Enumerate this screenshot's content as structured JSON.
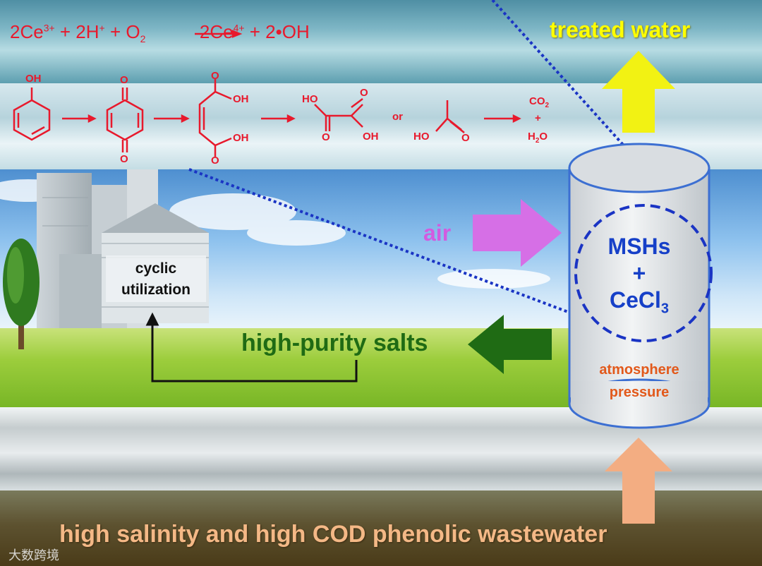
{
  "equation": {
    "lhs_1": "2Ce",
    "lhs_1_sup": "3+",
    "lhs_2": " + 2H",
    "lhs_2_sup": "+",
    "lhs_3": " + O",
    "lhs_3_sub": "2",
    "rhs_1": "2Ce",
    "rhs_1_sup": "4+",
    "rhs_2": " + 2•OH"
  },
  "pathway": {
    "oh_label": "OH",
    "o_label": "O",
    "oh_cooh_label": "OH",
    "ho_label": "HO",
    "or_label": "or",
    "co2": "CO",
    "co2_sub": "2",
    "plus": "+",
    "h2o_h": "H",
    "h2o_sub": "2",
    "h2o_o": "O"
  },
  "labels": {
    "treated_water": "treated water",
    "air": "air",
    "high_purity_salts": "high-purity salts",
    "cyclic_line1": "cyclic",
    "cyclic_line2": "utilization",
    "mshs": "MSHs",
    "mshs_plus": "+",
    "cecl": "CeCl",
    "cecl_sub": "3",
    "atmosphere": "atmosphere",
    "pressure": "pressure",
    "wastewater": "high salinity and high COD phenolic wastewater",
    "watermark": "大数跨境"
  },
  "colors": {
    "chemistry_red": "#e8192c",
    "treated_water_yellow": "#ffff00",
    "air_violet": "#d25be0",
    "salts_green": "#1f6b14",
    "inflow_peach": "#f4b886",
    "reactor_blue": "#1640c8",
    "atmosphere_orange": "#e2591b"
  },
  "icons": [
    "phenol-structure",
    "benzoquinone-structure",
    "maleic-acid-structure",
    "oxalic-acid-structure",
    "acetic-acid-structure",
    "silo-illustration",
    "tree-illustration",
    "reactor-cylinder"
  ]
}
